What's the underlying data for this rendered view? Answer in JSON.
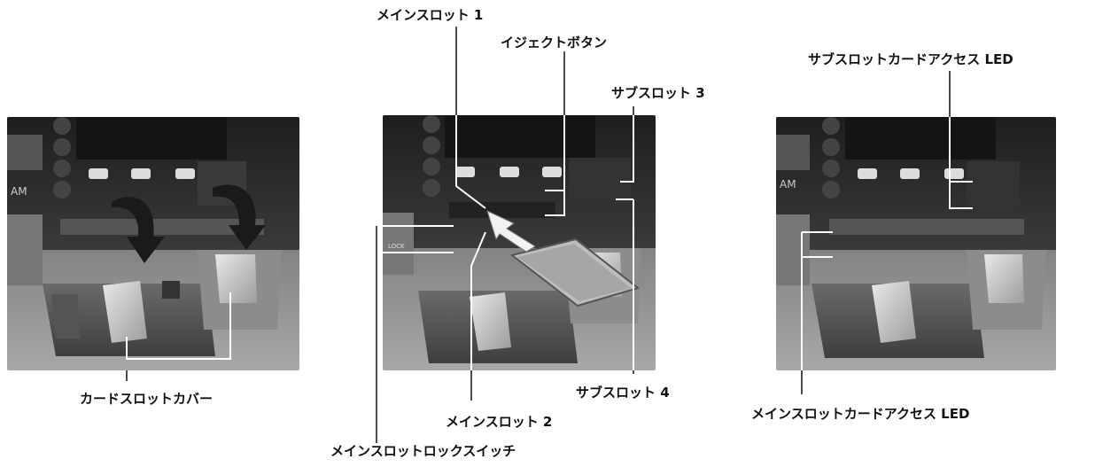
{
  "labels": {
    "card_slot_cover": "カードスロットカバー",
    "main_slot_1": "メインスロット 1",
    "eject_button": "イジェクトボタン",
    "sub_slot_3": "サブスロット 3",
    "sub_slot_4": "サブスロット 4",
    "main_slot_2": "メインスロット 2",
    "main_slot_lock_switch": "メインスロットロックスイッチ",
    "sub_slot_card_access_led": "サブスロットカードアクセス LED",
    "main_slot_card_access_led": "メインスロットカードアクセス LED"
  },
  "camera_markings": {
    "brand_fragment": "AM",
    "lock": "LOCK"
  },
  "colors": {
    "camera_body": "#2b2b2b",
    "background_gray": "#9a9a9a",
    "metal": "#cfcfcf",
    "leader_line": "#ffffff"
  }
}
